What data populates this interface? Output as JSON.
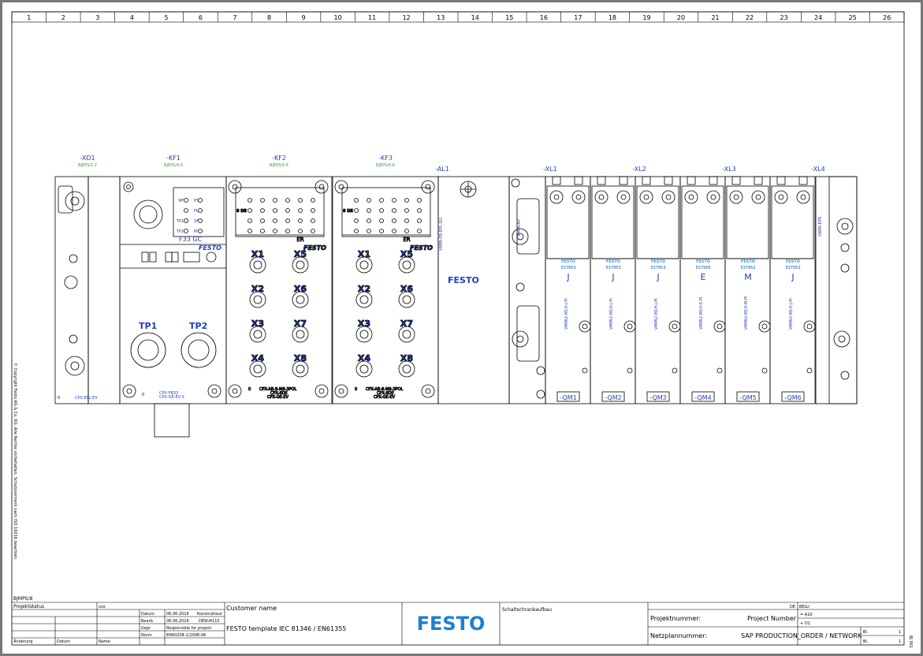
{
  "columns": [
    "1",
    "2",
    "3",
    "4",
    "5",
    "6",
    "7",
    "8",
    "9",
    "10",
    "11",
    "12",
    "13",
    "14",
    "15",
    "16",
    "17",
    "18",
    "19",
    "20",
    "21",
    "22",
    "23",
    "24",
    "25",
    "26"
  ],
  "copyright": "© Copyright Festo AG & Co. KG. Alle Rechte vorbehalten. Schutzvermerk nach ISO 16016 beachten",
  "components": {
    "xd1": {
      "tag": "-XD1",
      "ref": "BJEPS/2.2",
      "type": "CPX-EPL-EV",
      "zero": "0"
    },
    "kf1": {
      "tag": "-KF1",
      "ref": "BJEPS/4.6",
      "module": "F33 GC",
      "type1": "CPX-FB33",
      "type2": "CPX-GE-EV-S",
      "tp1": "TP1",
      "tp2": "TP2",
      "led_left": [
        "NF",
        "",
        "TP1",
        "TP2"
      ],
      "led_right": [
        "PS",
        "PL",
        "SF",
        "M"
      ],
      "zero": "0"
    },
    "kf2": {
      "tag": "-KF2",
      "ref": "BJEPS/6.6",
      "er": "ER",
      "type1": "CPX-AB-8-M8-3POL",
      "type2": "CPX-8DE",
      "type3": "CPX-GE-EV",
      "zero": "0"
    },
    "kf3": {
      "tag": "-KF3",
      "ref": "BJEPS/8.6",
      "er": "ER",
      "type1": "CPX-AB-8-M8-3POL",
      "type2": "CPX-8DE",
      "type3": "CPX-GE-EV",
      "zero": "0"
    },
    "io_labels": [
      "X1",
      "X5",
      "X2",
      "X6",
      "X3",
      "X7",
      "X4",
      "X8"
    ],
    "io_side": "8 DE",
    "al1": {
      "tag": "-AL1",
      "type": "VMPA-FB-EPL-GU",
      "brand": "FESTO"
    },
    "vmpa_left": "VMPA-AP",
    "vmpa_right": "VMPA-EPR",
    "xl": [
      "-XL1",
      "-XL2",
      "-XL3",
      "-XL4"
    ],
    "valves": [
      {
        "tag": "-QM1",
        "num": "537953",
        "code": "J",
        "type": "VMPA2-M1H-J-PI"
      },
      {
        "tag": "-QM2",
        "num": "537953",
        "code": "J",
        "type": "VMPA2-M1H-J-PI"
      },
      {
        "tag": "-QM3",
        "num": "537953",
        "code": "J",
        "type": "VMPA2-M1H-J-PI"
      },
      {
        "tag": "-QM4",
        "num": "537956",
        "code": "E",
        "type": "VMPA2-M1H-E-PI"
      },
      {
        "tag": "-QM5",
        "num": "537952",
        "code": "M",
        "type": "VMPA2-M1H-M-PI"
      },
      {
        "tag": "-QM6",
        "num": "537953",
        "code": "J",
        "type": "VMPA2-M1H-J-PI"
      }
    ],
    "valve_brand": "FESTO"
  },
  "titleblock": {
    "sheet_ref": "BJMPS/8",
    "projektstatus": "Projektstatus",
    "xxx": "xxx",
    "datum_label": "Datum",
    "datum1": "06.06.2016",
    "konstrukteur": "Konstrukteur",
    "bearb_label": "Bearb.",
    "datum2": "06.06.2016",
    "user": "DE9U4115",
    "gepr_label": "Gepr",
    "responsible": "Responsible for project",
    "norm_label": "Norm",
    "norm": "EN60204-1/2006-06",
    "aenderung": "Änderung",
    "datum_col": "Datum",
    "name_col": "Name",
    "customer": "Customer name",
    "template": "FESTO template IEC 81346 / EN61355",
    "logo": "FESTO",
    "schaltschrank": "Schaltschrankaufbau",
    "de": "DE",
    "belu": "BELU",
    "projektnummer_label": "Projektnummer:",
    "project_number": "Project Number",
    "eq_a10": "= A10",
    "plus_o1": "+ O1",
    "netzplan_label": "Netzplannummer:",
    "netzplan": "SAP PRODUCTION_ORDER / NETWORK",
    "bl": "Bl.",
    "bl_val": "1",
    "bl2": "Bl.",
    "bl2_val": "1",
    "side_ref": "BJ 001"
  }
}
